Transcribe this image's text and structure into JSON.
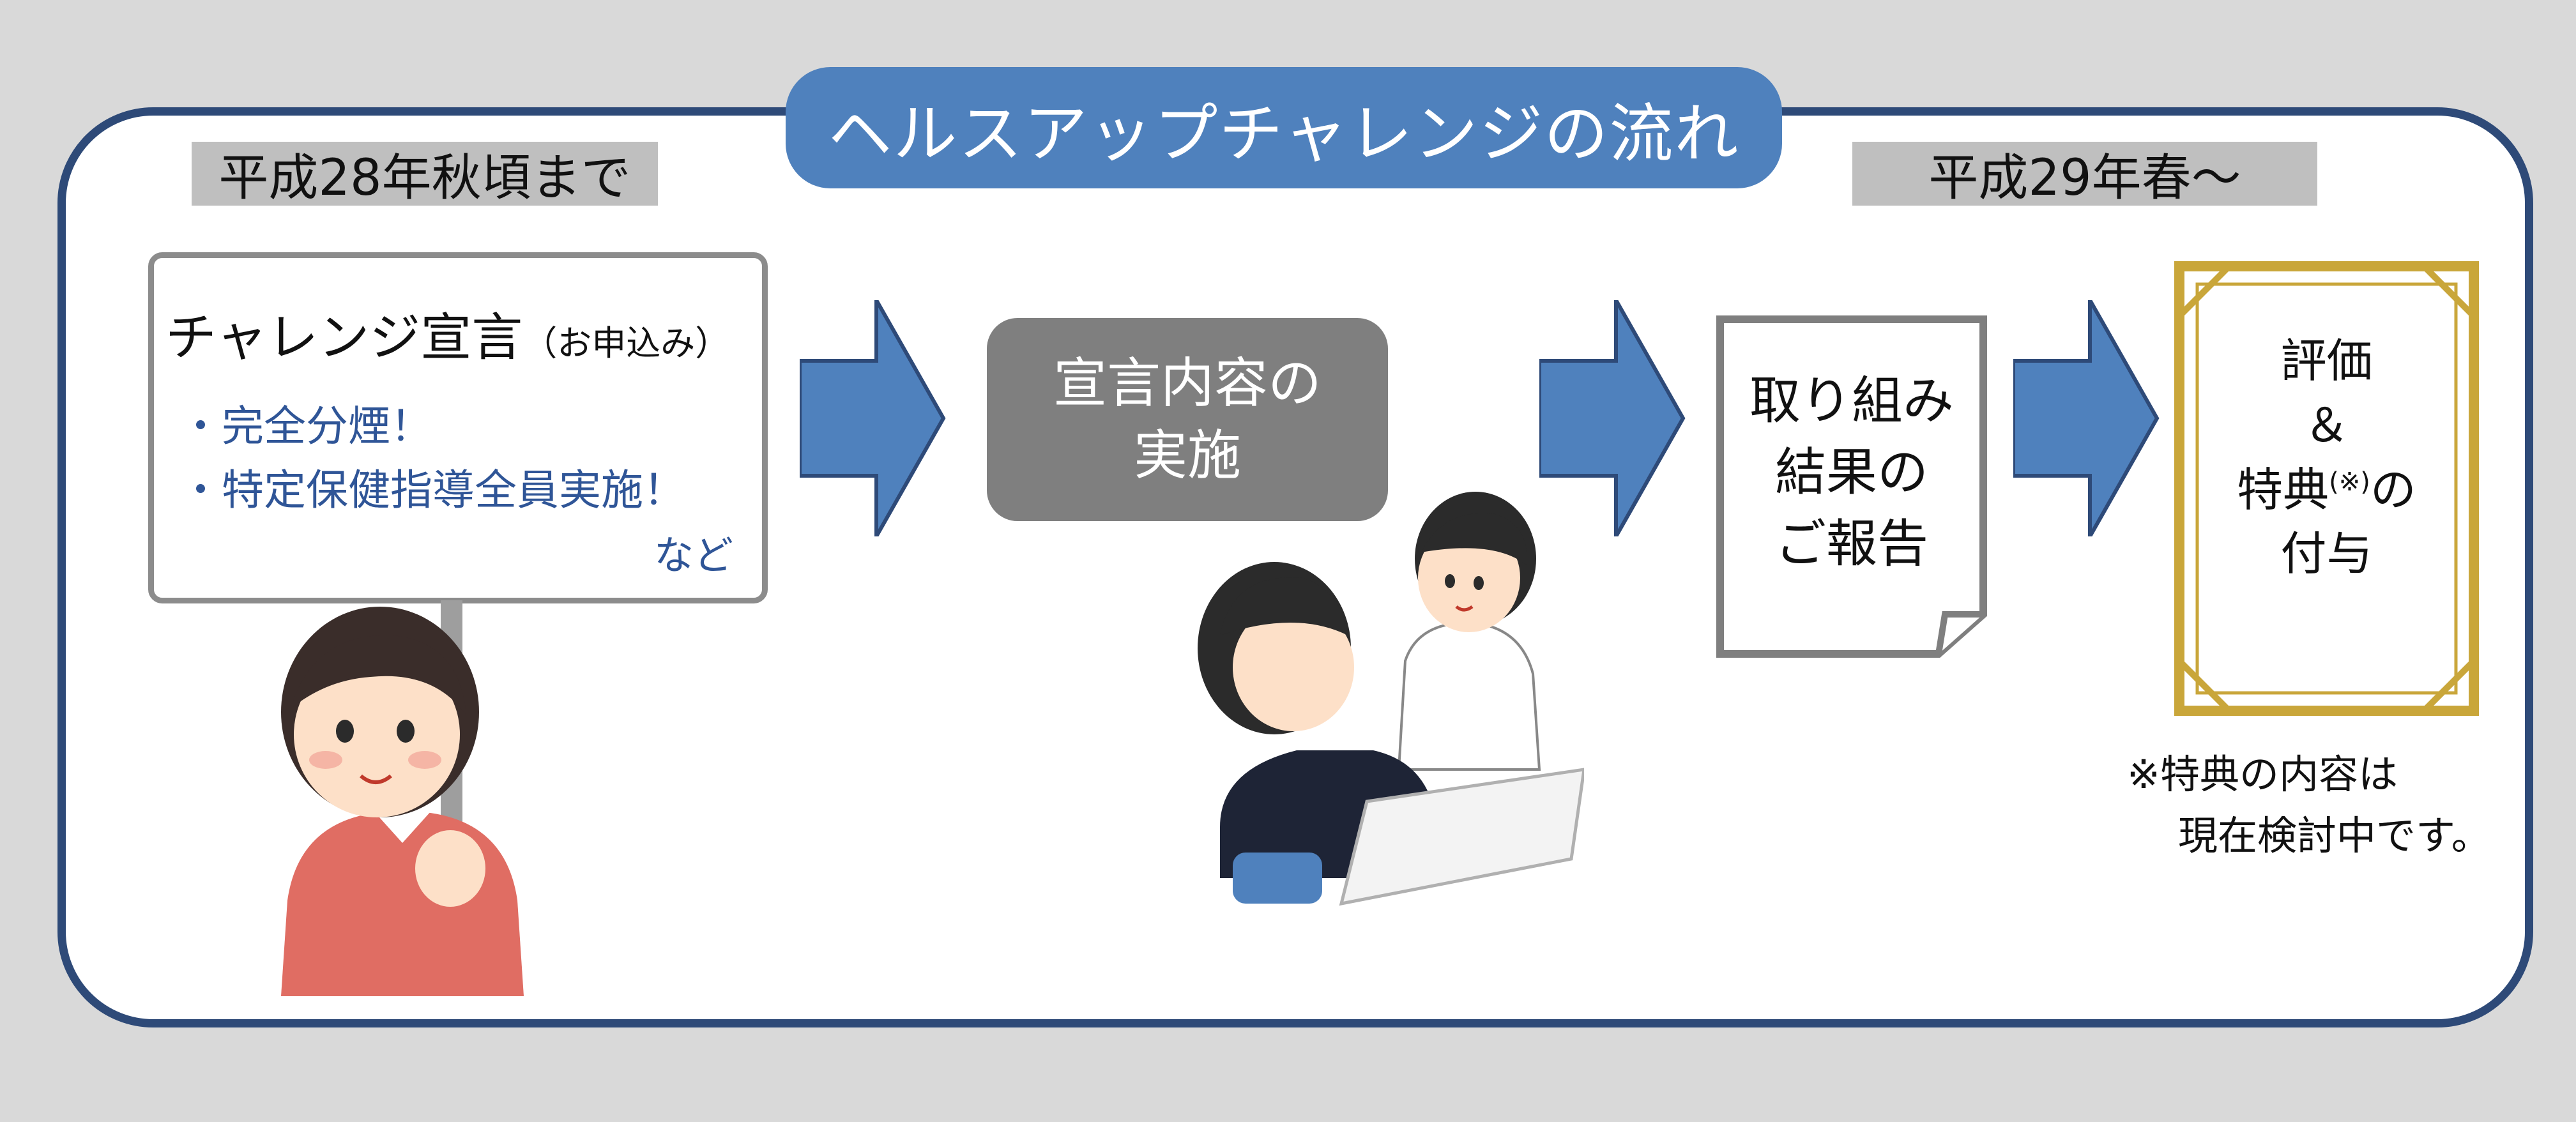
{
  "title": "ヘルスアップチャレンジの流れ",
  "periods": {
    "left": "平成28年秋頃まで",
    "right": "平成29年春～"
  },
  "steps": {
    "declaration": {
      "title": "チャレンジ宣言",
      "title_note": "（お申込み）",
      "items": [
        "・完全分煙！",
        "・特定保健指導全員実施！"
      ],
      "etc": "など"
    },
    "implementation": {
      "line1": "宣言内容の",
      "line2": "実施"
    },
    "report": {
      "line1": "取り組み",
      "line2": "結果の",
      "line3": "ご報告"
    },
    "award": {
      "line1": "評価",
      "line2": "＆",
      "line3_main": "特典",
      "line3_sup": "(※)",
      "line3_tail": "の",
      "line4": "付与"
    }
  },
  "note": {
    "line1": "※特典の内容は",
    "line2": "現在検討中です。"
  },
  "colors": {
    "frame": "#2e4a78",
    "title_pill": "#4f81bd",
    "arrow": "#4f81bd",
    "period_tag": "#bfbfbf",
    "implementation_box": "#7f7f7f",
    "certificate_gold": "#c9a63a"
  },
  "icons": [
    "woman-holding-sign",
    "nurse-consultation",
    "report-document",
    "certificate-frame",
    "arrow-right"
  ]
}
